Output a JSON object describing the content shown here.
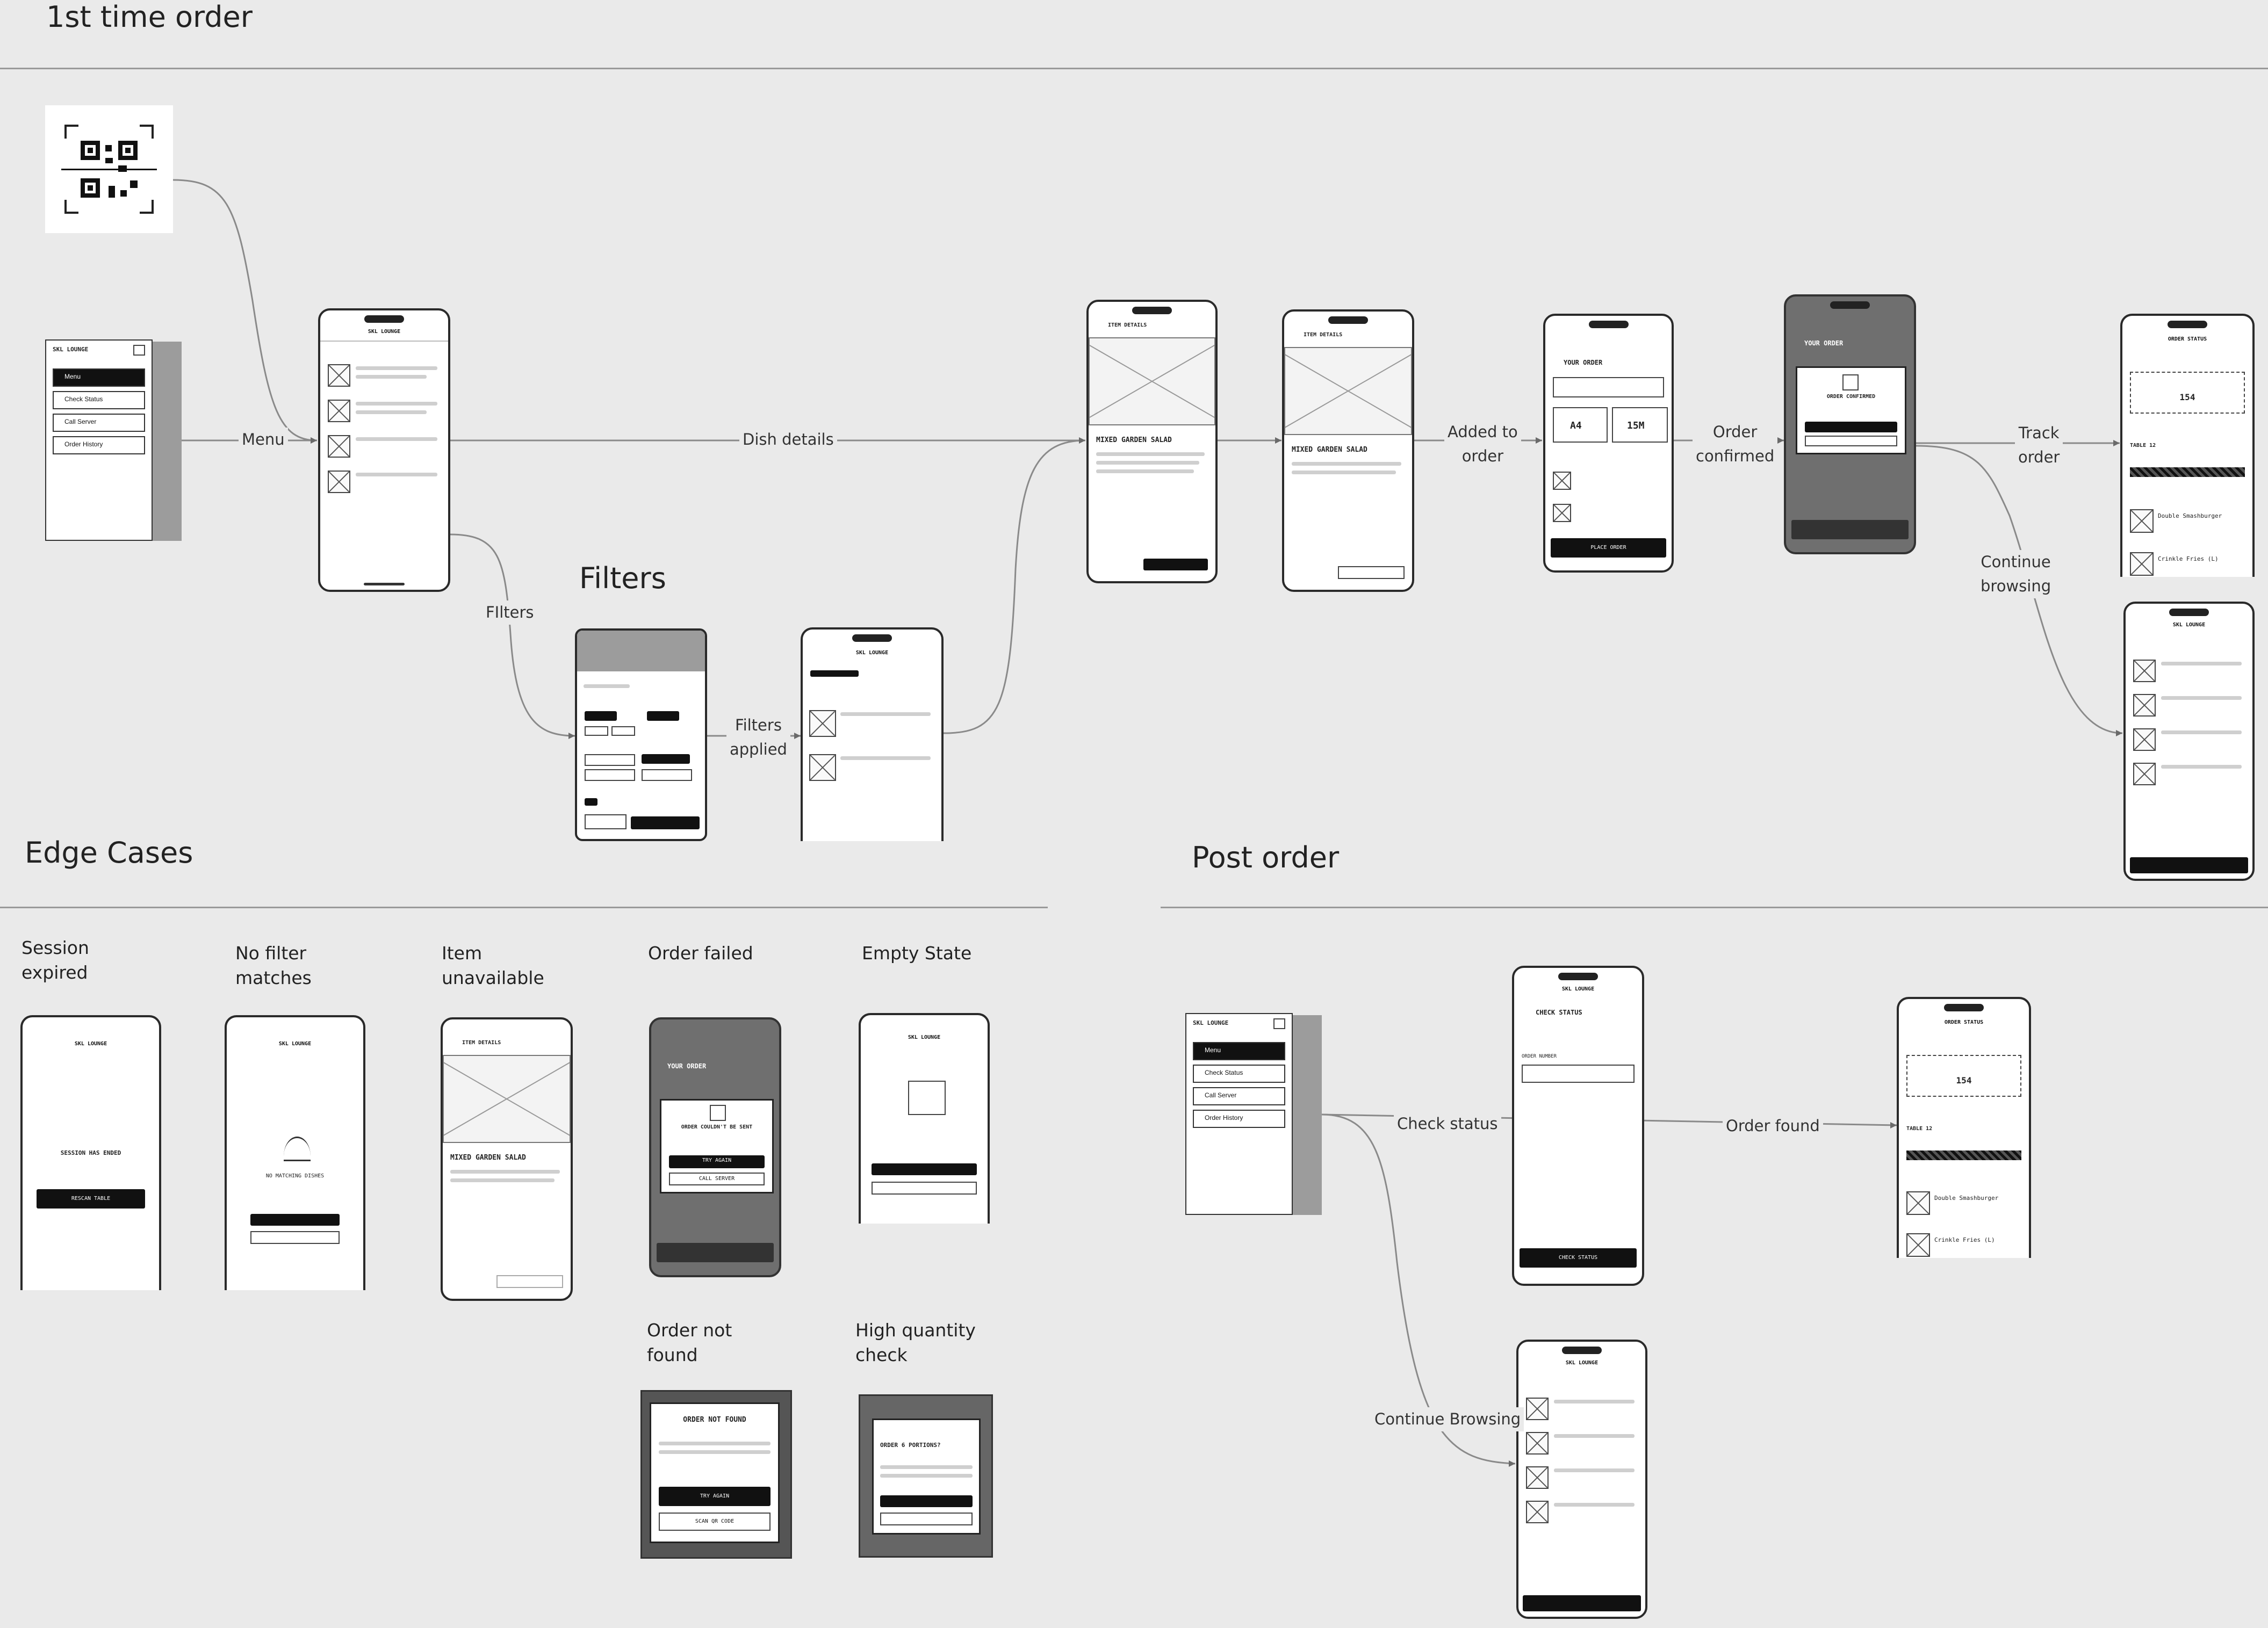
{
  "sections": {
    "first_time_order": "1st time order",
    "filters": "Filters",
    "edge_cases": "Edge Cases",
    "post_order": "Post order"
  },
  "flow_labels": {
    "menu": "Menu",
    "filters": "FIlters",
    "filters_applied": "Filters\napplied",
    "dish_details": "Dish details",
    "added_to_order": "Added to\norder",
    "order_confirmed": "Order\nconfirmed",
    "track_order": "Track\norder",
    "continue_browsing": "Continue\nbrowsing",
    "check_status": "Check status",
    "order_found": "Order found",
    "continue_browsing_post": "Continue Browsing"
  },
  "edge_cases": {
    "session_expired": "Session\nexpired",
    "no_filter_matches": "No filter\nmatches",
    "item_unavailable": "Item\nunavailable",
    "order_failed": "Order failed",
    "empty_state": "Empty State",
    "order_not_found": "Order not\nfound",
    "high_quantity_check": "High quantity\ncheck"
  },
  "side_menu": {
    "brand": "SKL LOUNGE",
    "items": [
      "Menu",
      "Check Status",
      "Call Server",
      "Order History"
    ]
  },
  "screens": {
    "menu_title": "SKL LOUNGE",
    "item_details": "ITEM DETAILS",
    "dish_name": "MIXED GARDEN SALAD",
    "your_order": "YOUR ORDER",
    "place_order": "PLACE ORDER",
    "order_confirmed": "ORDER CONFIRMED",
    "order_status": "ORDER STATUS",
    "table": "A4",
    "eta": "15M",
    "order_number": "154",
    "table_label": "TABLE 12",
    "summary_item_1": "Double Smashburger",
    "summary_item_2": "Crinkle Fries (L)",
    "session_ended": "SESSION HAS ENDED",
    "rescan_table": "RESCAN TABLE",
    "no_matching_dishes": "NO MATCHING DISHES",
    "order_couldnt_be_sent": "ORDER COULDN'T BE SENT",
    "try_again": "TRY AGAIN",
    "call_server": "CALL SERVER",
    "order_not_found": "ORDER NOT FOUND",
    "scan_qr_code": "SCAN QR CODE",
    "order_6_portions": "ORDER 6 PORTIONS?",
    "check_status": "CHECK STATUS",
    "order_number_label": "ORDER NUMBER"
  },
  "colors": {
    "background": "#eaeaea",
    "phone_frame": "#2a2a2a",
    "accent": "#111111",
    "connector": "#8a8a8a"
  }
}
